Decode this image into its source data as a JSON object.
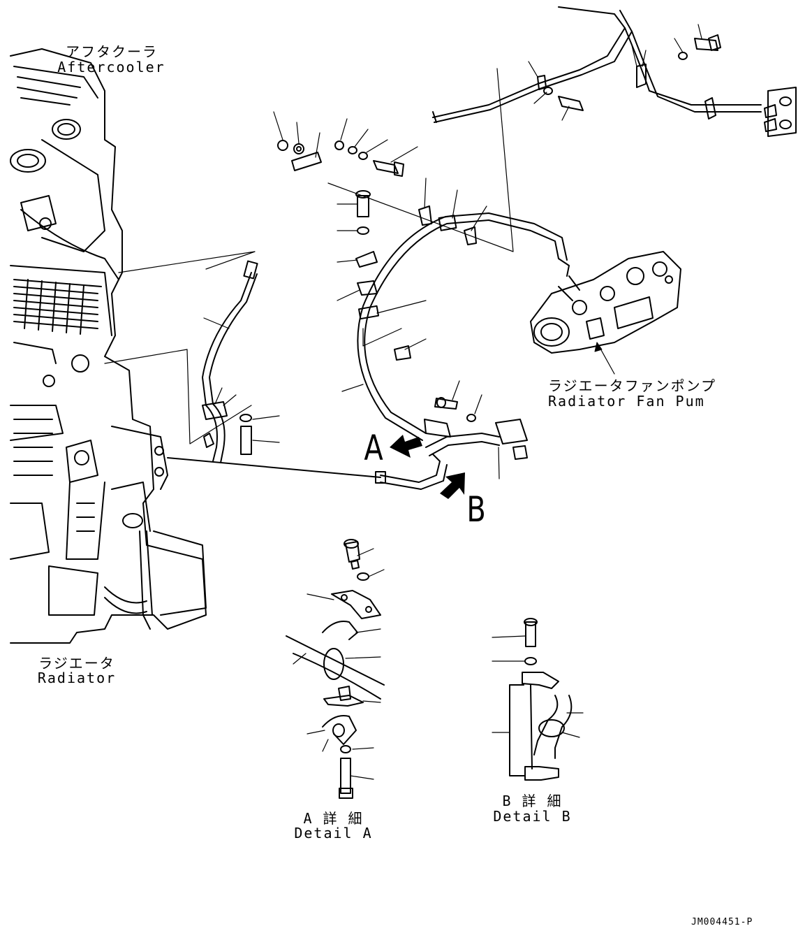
{
  "labels": {
    "aftercooler_jp": "アフタクーラ",
    "aftercooler_en": "Aftercooler",
    "radiator_jp": "ラジエータ",
    "radiator_en": "Radiator",
    "fan_pump_jp": "ラジエータファンポンプ",
    "fan_pump_en": "Radiator Fan Pump",
    "view_a": "A",
    "view_b": "B",
    "detail_a_jp": "A 詳 細",
    "detail_a_en": "Detail A",
    "detail_b_jp": "B 詳 細",
    "detail_b_en": "Detail B",
    "drawing_code": "JM004451-P"
  },
  "colors": {
    "ink": "#000000",
    "paper": "#ffffff"
  }
}
